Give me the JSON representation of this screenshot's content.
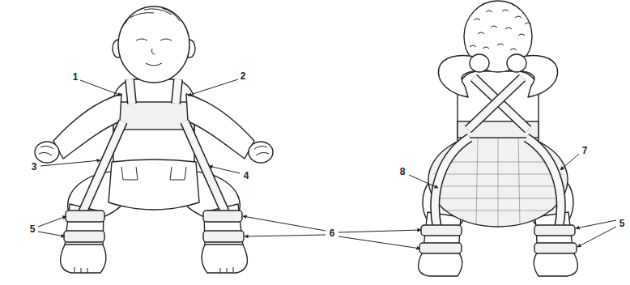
{
  "diagram": {
    "labels": [
      "1",
      "2",
      "3",
      "4",
      "5",
      "6",
      "8",
      "7",
      "5"
    ]
  }
}
